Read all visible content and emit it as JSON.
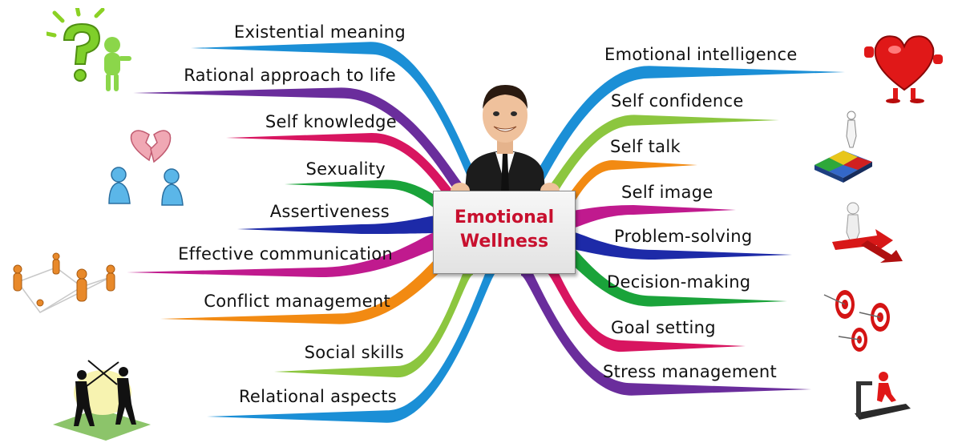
{
  "center": {
    "line1": "Emotional",
    "line2": "Wellness"
  },
  "branches_left": [
    {
      "label": "Existential meaning",
      "color": "#1b8fd6"
    },
    {
      "label": "Rational approach to life",
      "color": "#6a2d9c"
    },
    {
      "label": "Self knowledge",
      "color": "#d81560"
    },
    {
      "label": "Sexuality",
      "color": "#1aa33a"
    },
    {
      "label": "Assertiveness",
      "color": "#1d2aa8"
    },
    {
      "label": "Effective communication",
      "color": "#c01a8e"
    },
    {
      "label": "Conflict management",
      "color": "#f28a12"
    },
    {
      "label": "Social skills",
      "color": "#8cc63f"
    },
    {
      "label": "Relational aspects",
      "color": "#1b8fd6"
    }
  ],
  "branches_right": [
    {
      "label": "Emotional intelligence",
      "color": "#1b8fd6"
    },
    {
      "label": "Self confidence",
      "color": "#8cc63f"
    },
    {
      "label": "Self talk",
      "color": "#f28a12"
    },
    {
      "label": "Self image",
      "color": "#c01a8e"
    },
    {
      "label": "Problem-solving",
      "color": "#1d2aa8"
    },
    {
      "label": "Decision-making",
      "color": "#1aa33a"
    },
    {
      "label": "Goal setting",
      "color": "#d81560"
    },
    {
      "label": "Stress management",
      "color": "#6a2d9c"
    }
  ],
  "illustrations": [
    "question-mark-figure-icon",
    "broken-heart-couple-icon",
    "people-network-icon",
    "fencing-figures-icon",
    "heart-thumbs-up-icon",
    "puzzle-figure-icon",
    "arrow-crossroads-figure-icon",
    "target-arrows-icon",
    "treadmill-figure-icon",
    "businessman-holding-board-icon"
  ]
}
